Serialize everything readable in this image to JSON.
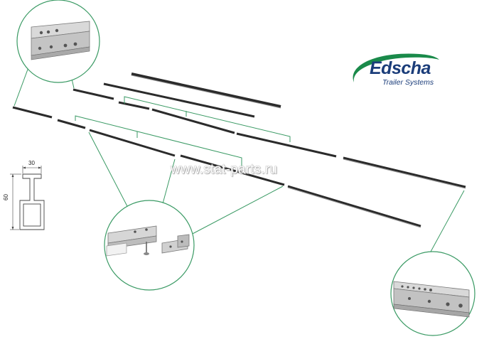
{
  "brand": {
    "name": "Edscha",
    "subtitle": "Trailer Systems",
    "colors": {
      "swoosh": "#1a8a4a",
      "text": "#1b3d7a"
    }
  },
  "watermark": {
    "text": "www.stat-parts.ru"
  },
  "profile_dimensions": {
    "width": "30",
    "height": "60"
  },
  "colors": {
    "leader": "#3a9a64",
    "rail": "#2b2b2b",
    "rail_light": "#9a9a9a"
  }
}
